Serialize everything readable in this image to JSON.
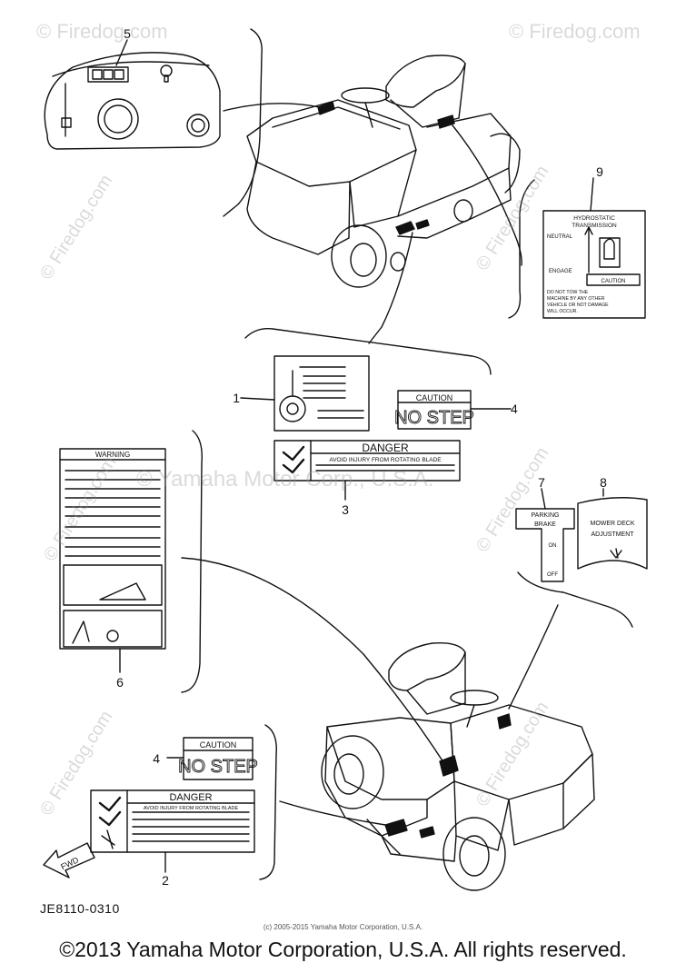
{
  "diagram": {
    "callouts": {
      "c1": "1",
      "c2": "2",
      "c3": "3",
      "c4a": "4",
      "c4b": "4",
      "c5": "5",
      "c6": "6",
      "c7": "7",
      "c8": "8",
      "c9": "9"
    },
    "labels": {
      "caution_title": "CAUTION",
      "no_step": "NO STEP",
      "danger_title": "DANGER",
      "danger_text": "AVOID INJURY FROM ROTATING BLADE",
      "warning_title": "WARNING",
      "parking_brake_1": "PARKING",
      "parking_brake_2": "BRAKE",
      "on": "ON",
      "off": "OFF",
      "mower_deck_1": "MOWER DECK",
      "mower_deck_2": "ADJUSTMENT",
      "hydro_1": "HYDROSTATIC",
      "hydro_2": "TRANSMISSION",
      "neutral": "NEUTRAL",
      "engage": "ENGAGE",
      "hydro_caution": "CAUTION",
      "hydro_note_1": "DO NOT TOW THE",
      "hydro_note_2": "MACHINE BY ANY OTHER",
      "hydro_note_3": "VEHICLE OR NOT DAMAGE",
      "hydro_note_4": "WILL OCCUR.",
      "fwd": "FWD"
    },
    "code": "JE8110-0310"
  },
  "watermark": {
    "site": "© Firedog.com",
    "overlay": "© Yamaha Motor Corp., U.S.A."
  },
  "footer": {
    "credit": "(c) 2005-2015 Yamaha Motor Corporation, U.S.A.",
    "copyright": "©2013 Yamaha Motor Corporation, U.S.A. All rights reserved."
  }
}
